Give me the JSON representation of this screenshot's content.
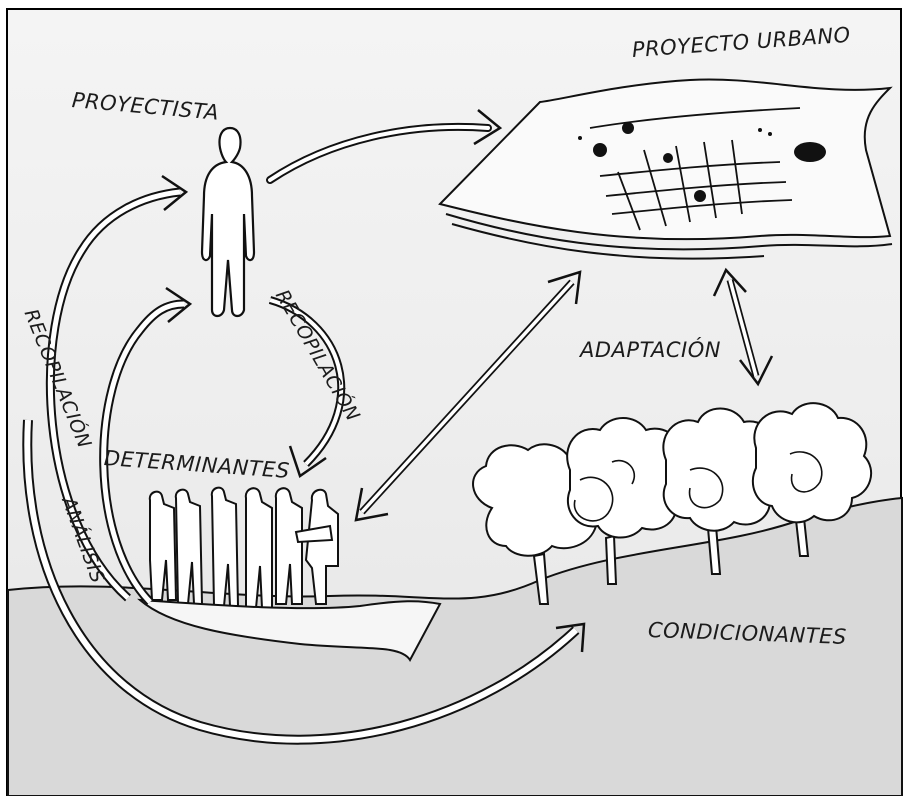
{
  "diagram": {
    "labels": {
      "proyecto_urbano": "PROYECTO URBANO",
      "proyectista": "PROYECTISTA",
      "determinantes": "DETERMINANTES",
      "adaptacion": "ADAPTACIÓN",
      "condicionantes": "CONDICIONANTES",
      "recopilacion_outer": "RECOPILACIÓN",
      "recopilacion_inner": "RECOPILACIÓN",
      "analisis": "ANÁLISIS"
    },
    "colors": {
      "ink": "#111111",
      "paper": "#ffffff",
      "ground": "#d6d6d6"
    },
    "icons": [
      "designer-figure",
      "people-group",
      "trees",
      "urban-plan-sheet",
      "arrows"
    ]
  }
}
